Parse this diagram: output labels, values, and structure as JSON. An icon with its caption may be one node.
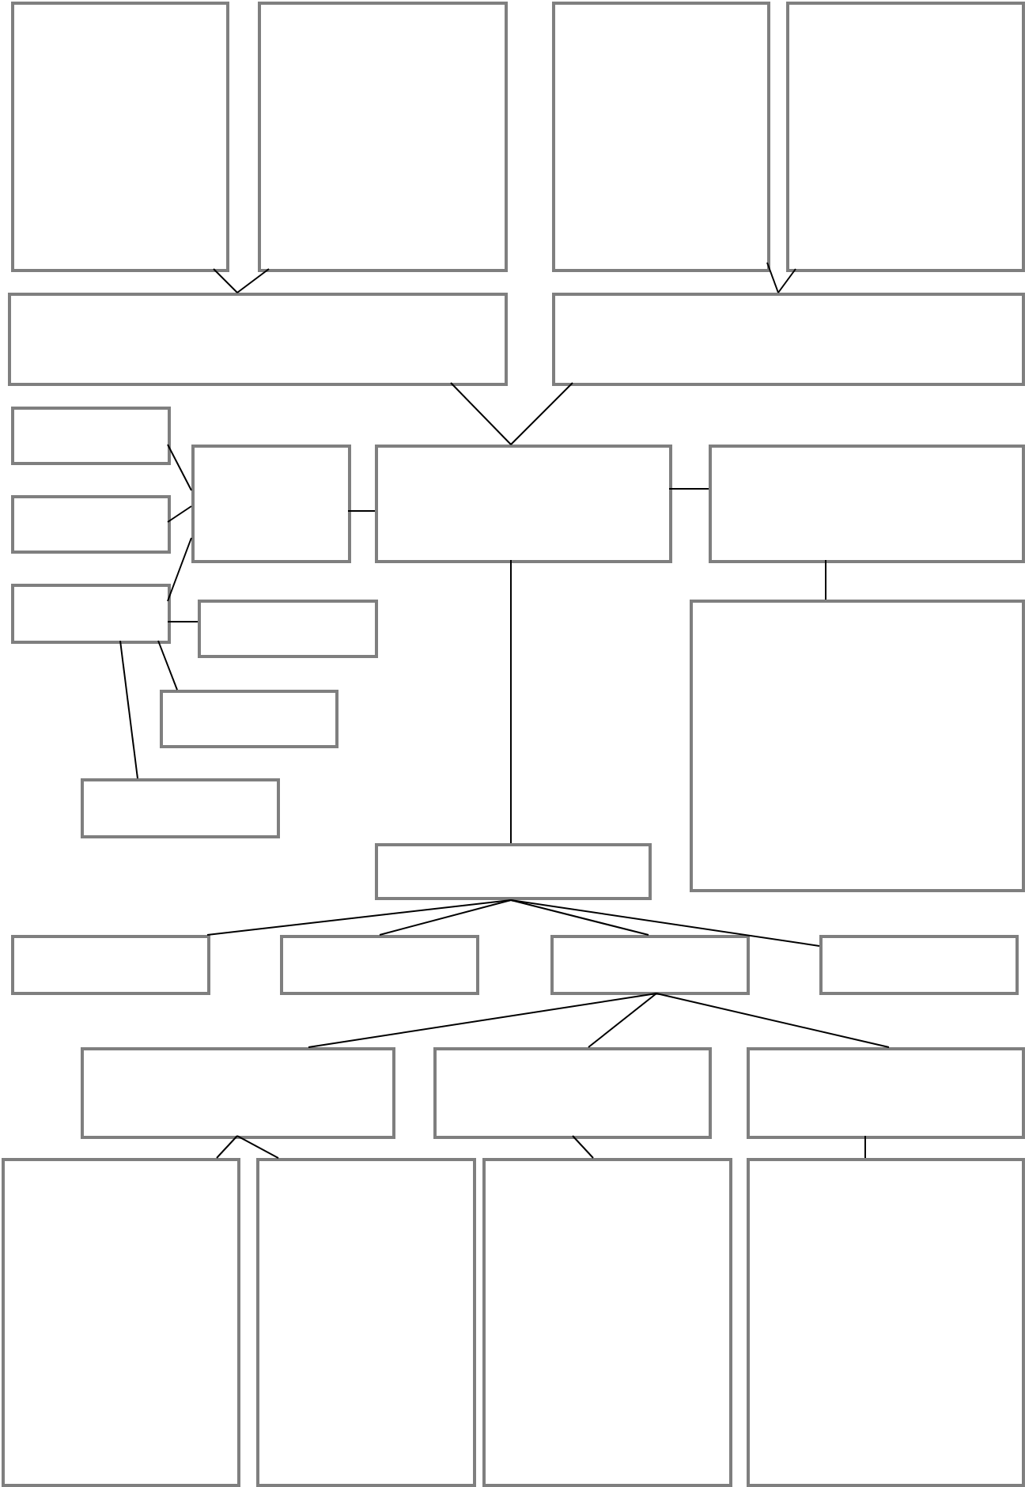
{
  "diagram": {
    "nodes": [
      {
        "text": [],
        "shape": "box"
      },
      {
        "text": [],
        "shape": "box"
      },
      {
        "text": [],
        "shape": "box"
      },
      {
        "text": [],
        "shape": "box"
      },
      {
        "text": [],
        "shape": "box"
      },
      {
        "text": [],
        "shape": "box"
      },
      {
        "text": [],
        "shape": "box"
      },
      {
        "text": [],
        "shape": "box"
      },
      {
        "text": [],
        "shape": "box"
      },
      {
        "text": [],
        "shape": "box"
      },
      {
        "text": [],
        "shape": "box"
      },
      {
        "text": [],
        "shape": "box"
      },
      {
        "text": [],
        "shape": "box"
      },
      {
        "text": [],
        "shape": "box"
      },
      {
        "text": [],
        "shape": "box"
      },
      {
        "text": [],
        "shape": "box"
      },
      {
        "text": [],
        "shape": "box"
      },
      {
        "text": [],
        "shape": "box"
      },
      {
        "text": [],
        "shape": "box"
      },
      {
        "text": [],
        "shape": "box"
      },
      {
        "text": [],
        "shape": "box"
      },
      {
        "text": [],
        "shape": "box"
      },
      {
        "text": [],
        "shape": "box"
      },
      {
        "text": [],
        "shape": "box"
      },
      {
        "text": [],
        "shape": "box"
      },
      {
        "text": [],
        "shape": "box"
      },
      {
        "text": [],
        "shape": "box"
      },
      {
        "text": [],
        "shape": "box"
      }
    ],
    "edges": [
      {
        "from": 0,
        "to": 4,
        "arrow": "none"
      },
      {
        "from": 1,
        "to": 4,
        "arrow": "none"
      },
      {
        "from": 2,
        "to": 5,
        "arrow": "none"
      },
      {
        "from": 3,
        "to": 5,
        "arrow": "none"
      },
      {
        "from": 4,
        "to": 8,
        "arrow": "none"
      },
      {
        "from": 5,
        "to": 8,
        "arrow": "none"
      },
      {
        "from": 6,
        "to": 7,
        "arrow": "none"
      },
      {
        "from": 10,
        "to": 7,
        "arrow": "none"
      },
      {
        "from": 11,
        "to": 7,
        "arrow": "none"
      },
      {
        "from": 7,
        "to": 8,
        "arrow": "none"
      },
      {
        "from": 8,
        "to": 9,
        "arrow": "none"
      },
      {
        "from": 9,
        "to": 13,
        "arrow": "none"
      },
      {
        "from": 11,
        "to": 12,
        "arrow": "none"
      },
      {
        "from": 11,
        "to": 14,
        "arrow": "none"
      },
      {
        "from": 11,
        "to": 15,
        "arrow": "none"
      },
      {
        "from": 8,
        "to": 16,
        "arrow": "none"
      },
      {
        "from": 16,
        "to": 17,
        "arrow": "none"
      },
      {
        "from": 16,
        "to": 18,
        "arrow": "none"
      },
      {
        "from": 16,
        "to": 19,
        "arrow": "none"
      },
      {
        "from": 16,
        "to": 20,
        "arrow": "none"
      },
      {
        "from": 19,
        "to": 21,
        "arrow": "none"
      },
      {
        "from": 19,
        "to": 22,
        "arrow": "none"
      },
      {
        "from": 19,
        "to": 23,
        "arrow": "none"
      },
      {
        "from": 21,
        "to": 24,
        "arrow": "none"
      },
      {
        "from": 21,
        "to": 25,
        "arrow": "none"
      },
      {
        "from": 22,
        "to": 26,
        "arrow": "none"
      },
      {
        "from": 23,
        "to": 27,
        "arrow": "none"
      }
    ]
  }
}
